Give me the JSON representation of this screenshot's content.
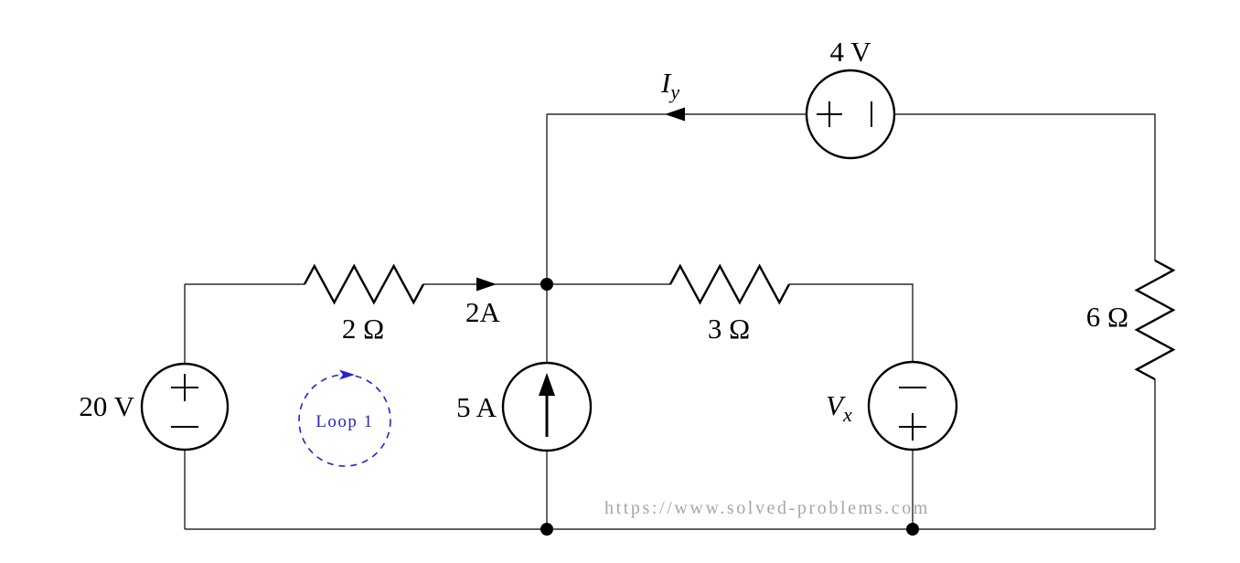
{
  "diagram": {
    "type": "electrical circuit schematic",
    "watermark": "https://www.solved-problems.com",
    "colors": {
      "wire": "#000000",
      "loop": "#2323cc",
      "watermark": "#a6a6a6"
    },
    "components": {
      "voltage_source_20v": {
        "type": "voltage source",
        "label": "20 V",
        "polarity_top": "+",
        "polarity_bottom": "−"
      },
      "resistor_2ohm": {
        "type": "resistor",
        "label": "2 Ω"
      },
      "current_label_2a": {
        "type": "current annotation",
        "label": "2A",
        "direction": "right"
      },
      "current_source_5a": {
        "type": "current source",
        "label": "5 A",
        "direction": "up"
      },
      "resistor_3ohm": {
        "type": "resistor",
        "label": "3 Ω"
      },
      "voltage_source_vx": {
        "type": "voltage source",
        "label_base": "V",
        "label_sub": "x",
        "polarity_top": "−",
        "polarity_bottom": "+"
      },
      "voltage_source_4v": {
        "type": "voltage source",
        "label": "4 V",
        "polarity_left": "+",
        "polarity_right": "−"
      },
      "current_label_iy": {
        "type": "current annotation",
        "label_base": "I",
        "label_sub": "y",
        "direction": "left"
      },
      "resistor_6ohm": {
        "type": "resistor",
        "label": "6 Ω"
      },
      "loop_annotation": {
        "type": "mesh loop marker",
        "label": "Loop 1",
        "direction": "clockwise"
      }
    }
  }
}
